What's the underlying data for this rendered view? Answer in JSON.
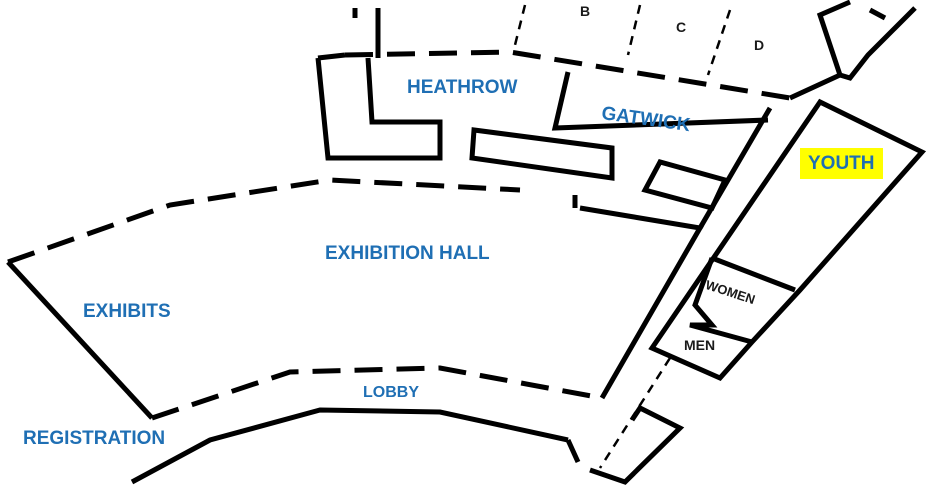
{
  "labels": {
    "b": "B",
    "c": "C",
    "d": "D",
    "heathrow": "HEATHROW",
    "gatwick": "GATWICK",
    "youth": "YOUTH",
    "exhibition_hall": "EXHIBITION HALL",
    "exhibits": "EXHIBITS",
    "women": "WOMEN",
    "men": "MEN",
    "lobby": "LOBBY",
    "registration": "REGISTRATION"
  },
  "colors": {
    "room_label": "#1f6fb4",
    "youth_highlight": "#ffff00",
    "walls": "#000000"
  }
}
